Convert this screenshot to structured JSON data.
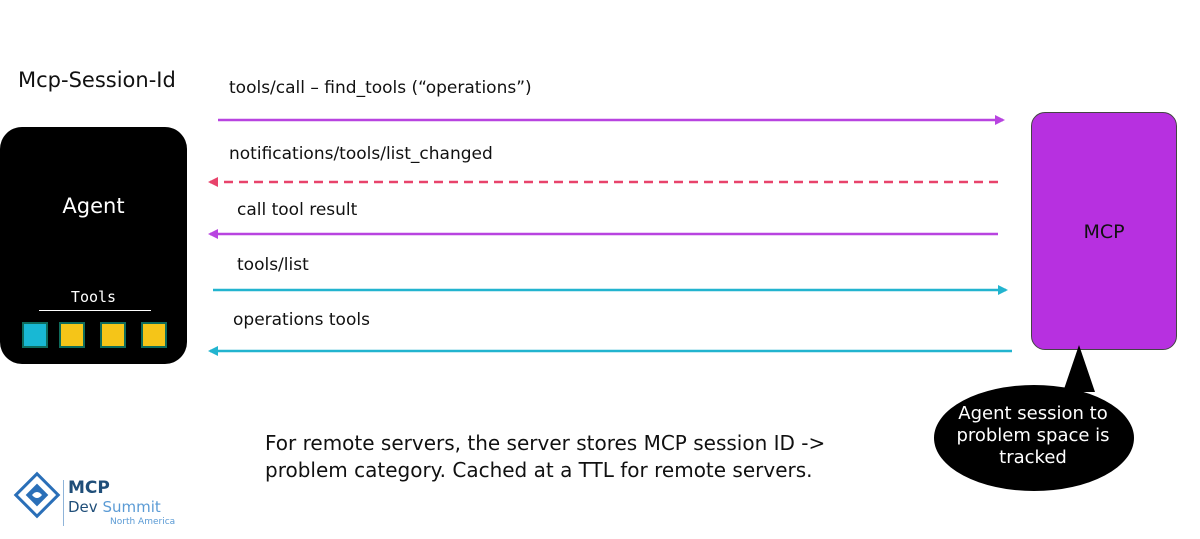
{
  "session_label": "Mcp-Session-Id",
  "agent": {
    "title": "Agent",
    "tools_label": "Tools",
    "tool_colors": [
      "#18b8d4",
      "#f5c518",
      "#f5c518",
      "#f5c518"
    ]
  },
  "mcp": {
    "title": "MCP"
  },
  "messages": [
    {
      "label": "tools/call – find_tools (“operations”)",
      "direction": "agent-to-mcp",
      "style": "solid",
      "color": "#b844e0"
    },
    {
      "label": "notifications/tools/list_changed",
      "direction": "mcp-to-agent",
      "style": "dashed",
      "color": "#e8436b"
    },
    {
      "label": "call tool result",
      "direction": "mcp-to-agent",
      "style": "solid",
      "color": "#b844e0"
    },
    {
      "label": "tools/list",
      "direction": "agent-to-mcp",
      "style": "solid",
      "color": "#22b4cf"
    },
    {
      "label": "operations tools",
      "direction": "mcp-to-agent",
      "style": "solid",
      "color": "#22b4cf"
    }
  ],
  "callout": {
    "text_lines": [
      "Agent session to",
      "problem space is",
      "tracked"
    ]
  },
  "note": {
    "line1": "For remote servers, the server stores MCP session ID ->",
    "line2": "problem category. Cached at a TTL for remote servers."
  },
  "logo": {
    "name": "MCP",
    "line2_a": "Dev ",
    "line2_b": "Summit",
    "line3": "North America"
  }
}
